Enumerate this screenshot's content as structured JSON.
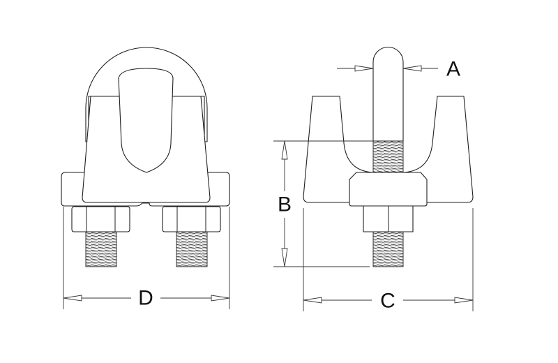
{
  "diagram": {
    "dimension_labels": {
      "A": "A",
      "B": "B",
      "C": "C",
      "D": "D"
    },
    "line_color": "#1e1e1e",
    "background": "#ffffff"
  }
}
